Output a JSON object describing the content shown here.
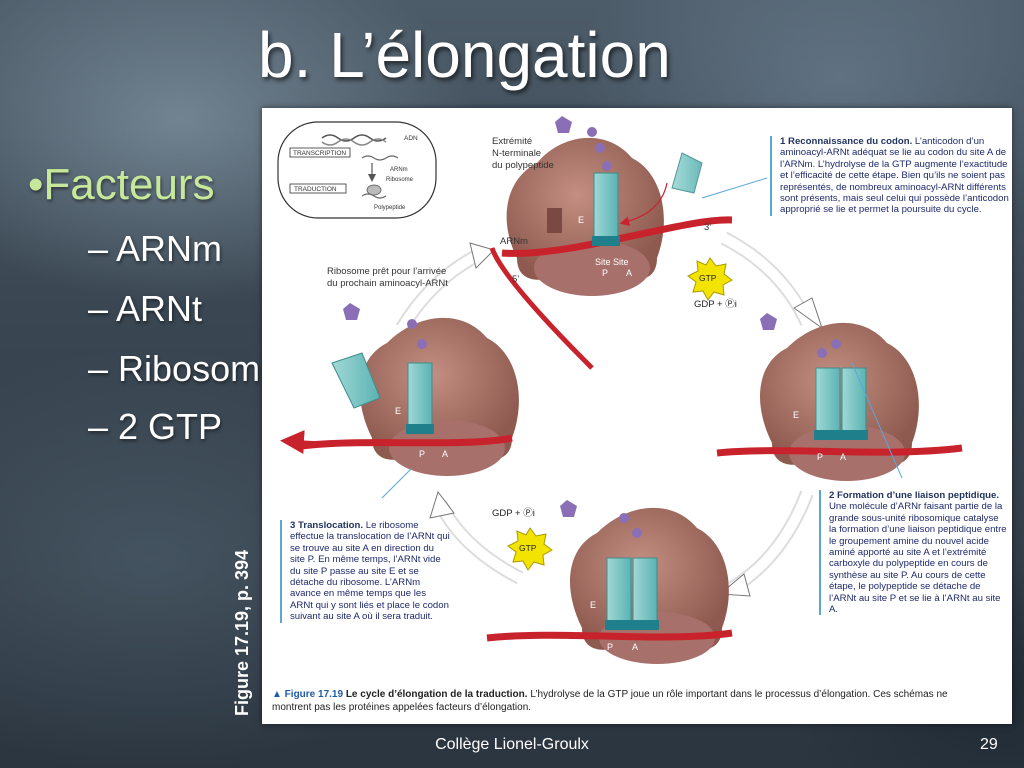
{
  "slide": {
    "title": "b. L’élongation",
    "bullet": "Facteurs",
    "sub_items": [
      "– ARNm",
      "– ARNt",
      "– Ribosom",
      "– 2 GTP"
    ],
    "figure_reference": "Figure 17.19, p. 394",
    "footer": "Collège Lionel-Groulx",
    "page_number": "29"
  },
  "figure": {
    "inset": {
      "transcription": "TRANSCRIPTION",
      "traduction": "TRADUCTION",
      "adn": "ADN",
      "arnm": "ARNm",
      "ribosome": "Ribosome",
      "polypeptide": "Polypeptide"
    },
    "labels": {
      "n_terminal_1": "Extrémité",
      "n_terminal_2": "N-terminale",
      "n_terminal_3": "du polypeptide",
      "arnm": "ARNm",
      "five_prime": "5’",
      "three_prime": "3’",
      "site_site": "Site Site",
      "site_p": "P",
      "site_a": "A",
      "e": "E",
      "gtp": "GTP",
      "gdp_pi": "GDP + Ⓟi",
      "ribosome_ready_1": "Ribosome prêt pour l’arrivée",
      "ribosome_ready_2": "du prochain aminoacyl-ARNt"
    },
    "step1": {
      "number": "1",
      "heading": "Reconnaissance du codon.",
      "text": "L’anticodon d’un aminoacyl-ARNt adéquat se lie au codon du site A de l’ARNm. L’hydrolyse de la GTP augmente l’exactitude et l’efficacité de cette étape. Bien qu’ils ne soient pas représentés, de nombreux aminoacyl-ARNt différents sont présents, mais seul celui qui possède l’anticodon approprié se lie et permet la poursuite du cycle."
    },
    "step2": {
      "number": "2",
      "heading": "Formation d’une liaison peptidique.",
      "text": "Une molécule d’ARNr faisant partie de la grande sous-unité ribosomique catalyse la formation d’une liaison peptidique entre le groupement amine du nouvel acide aminé apporté au site A et l’extrémité carboxyle du polypeptide en cours de synthèse au site P. Au cours de cette étape, le polypeptide se détache de l’ARNt au site P et se lie à l’ARNt au site A."
    },
    "step3": {
      "number": "3",
      "heading": "Translocation.",
      "text": "Le ribosome effectue la translocation de l’ARNt qui se trouve au site A en direction du site P. En même temps, l’ARNt vide du site P passe au site E et se détache du ribosome. L’ARNm avance en même temps que les ARNt qui y sont liés et place le codon suivant au site A où il sera traduit."
    },
    "caption": {
      "label": "▲ Figure 17.19",
      "title": "Le cycle d’élongation de la traduction.",
      "text": "L’hydrolyse de la GTP joue un rôle important dans le processus d’élongation. Ces schémas ne montrent pas les protéines appelées facteurs d’élongation."
    }
  }
}
